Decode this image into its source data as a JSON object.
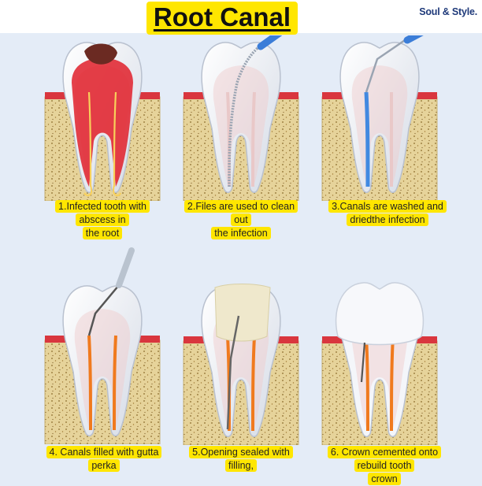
{
  "title": "Root Canal",
  "brand": "Soul & Style.",
  "colors": {
    "caption_bg": "#ffe600",
    "bone": "#e6d39a",
    "gum": "#d9363e",
    "infection": "#e0202a",
    "wash": "#2f7fe0",
    "filling": "#f07a1e",
    "instrument": "#3b7dd8"
  },
  "steps": [
    {
      "lines": [
        "1.Infected tooth with",
        "abscess in",
        "the root"
      ]
    },
    {
      "lines": [
        "2.Files are used to clean",
        "out",
        "the infection"
      ]
    },
    {
      "lines": [
        "3.Canals are washed and",
        "driedthe infection"
      ]
    },
    {
      "lines": [
        "4. Canals filled with gutta",
        "perka"
      ]
    },
    {
      "lines": [
        "5.Opening sealed with",
        "filling,"
      ]
    },
    {
      "lines": [
        "6. Crown cemented onto",
        "rebuild tooth",
        "crown"
      ]
    }
  ]
}
